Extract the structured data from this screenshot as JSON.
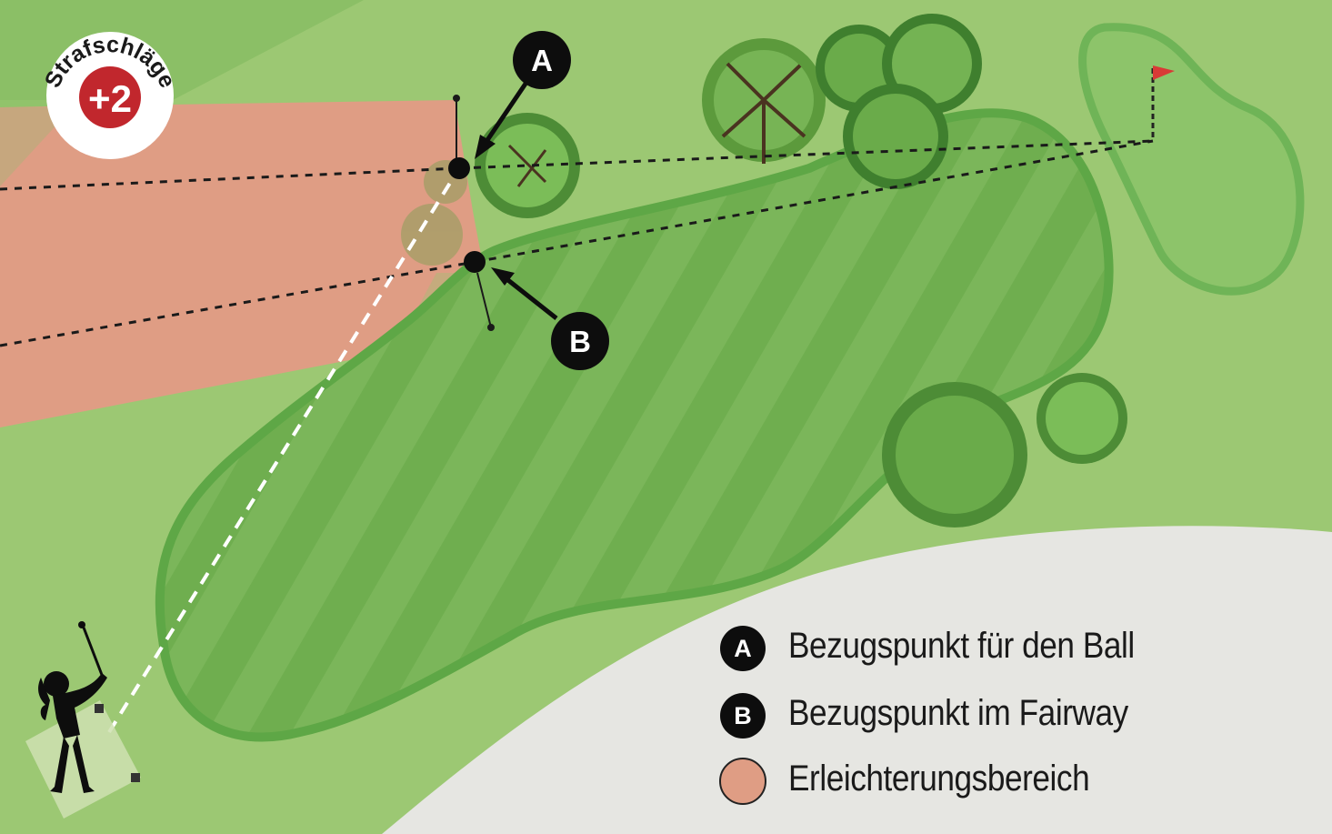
{
  "penalty": {
    "label": "Strafschläge",
    "value": "+2"
  },
  "markers": {
    "a": "A",
    "b": "B"
  },
  "legend": [
    {
      "badge": "A",
      "label": "Bezugspunkt für den Ball"
    },
    {
      "badge": "B",
      "label": "Bezugspunkt im Fairway"
    },
    {
      "badge": "",
      "label": "Erleichterungsbereich"
    }
  ],
  "colors": {
    "rough": "#9cc873",
    "rough_dark": "#8abf65",
    "fairway": "#7bb65a",
    "fairway_stripe": "#6eab4e",
    "fairway_border": "#5ea746",
    "relief_area": "#df9d84",
    "penalty_red": "#c1272d",
    "path_gray": "#e6e6e2",
    "flag": "#d93a36"
  }
}
